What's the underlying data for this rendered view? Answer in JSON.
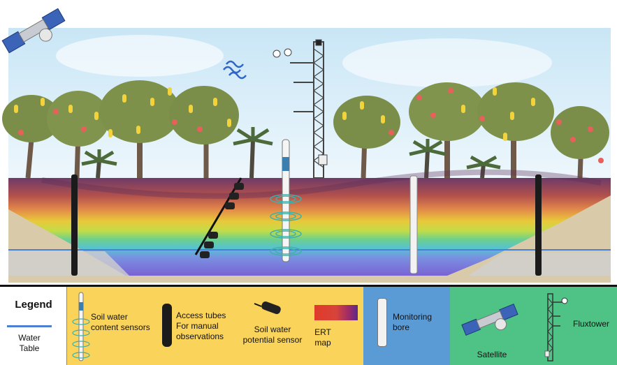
{
  "legend": {
    "title": "Legend",
    "water_table": "Water\nTable",
    "soil_water_content_sensors": "Soil water\ncontent sensors",
    "access_tubes": "Access tubes\nFor manual\nobservations",
    "soil_water_potential_sensor": "Soil water\npotential sensor",
    "ert_map": "ERT\nmap",
    "monitoring_bore": "Monitoring\nbore",
    "satellite": "Satellite",
    "fluxtower": "Fluxtower"
  },
  "colors": {
    "water_table_line": "#4a7fd1",
    "panel_white": "#ffffff",
    "panel_yellow": "#f9d35a",
    "panel_blue": "#5b9bd5",
    "panel_green": "#4fc285",
    "sky": "#dceff9",
    "ert_top": "#7a4070",
    "ert_mid": "#e0a020",
    "ert_low": "#8a6fd8"
  },
  "icons": [
    "satellite-icon",
    "wave-signal-icon",
    "fluxtower-icon",
    "tree-icon",
    "palm-icon",
    "access-tube-icon",
    "soil-water-content-sensor-icon",
    "soil-water-potential-sensor-icon",
    "monitoring-bore-icon",
    "ert-map-icon"
  ]
}
